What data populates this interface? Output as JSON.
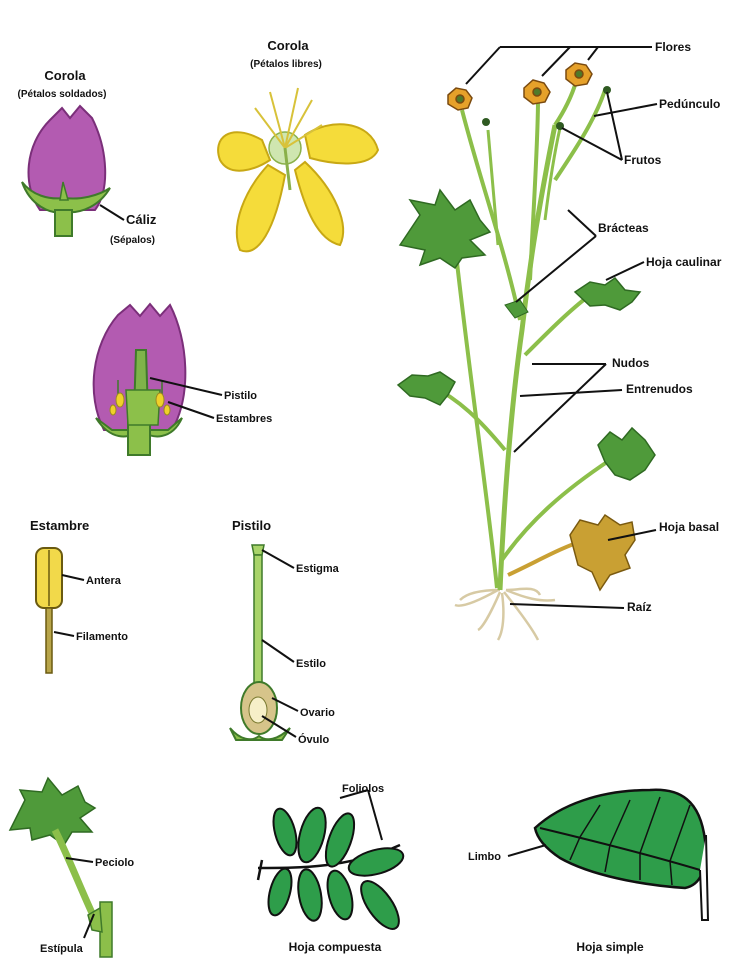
{
  "labels": {
    "corola_soldados_title": "Corola",
    "corola_soldados_sub": "(Pétalos soldados)",
    "corola_libres_title": "Corola",
    "corola_libres_sub": "(Pétalos libres)",
    "caliz": "Cáliz",
    "caliz_sub": "(Sépalos)",
    "pistilo": "Pistilo",
    "estambres": "Estambres",
    "estambre_title": "Estambre",
    "antera": "Antera",
    "filamento": "Filamento",
    "pistilo_title": "Pistilo",
    "estigma": "Estigma",
    "estilo": "Estilo",
    "ovario": "Ovario",
    "ovulo": "Óvulo",
    "flores": "Flores",
    "pedunculo": "Pedúnculo",
    "frutos": "Frutos",
    "bracteas": "Brácteas",
    "hoja_caulinar": "Hoja caulinar",
    "nudos": "Nudos",
    "entrenudos": "Entrenudos",
    "hoja_basal": "Hoja basal",
    "raiz": "Raíz",
    "foliolos": "Foliolos",
    "peciolo": "Peciolo",
    "estipula": "Estípula",
    "limbo": "Limbo",
    "hoja_compuesta": "Hoja compuesta",
    "hoja_simple": "Hoja simple"
  },
  "colors": {
    "purple_petal": "#b35bb1",
    "yellow_petal": "#f5dc3a",
    "stem_green": "#8cbf4a",
    "dark_leaf": "#4f9a3a",
    "leaf_fill": "#2e9d4a",
    "orange_flower": "#e6a12a",
    "basal_leaf": "#c9a033"
  }
}
